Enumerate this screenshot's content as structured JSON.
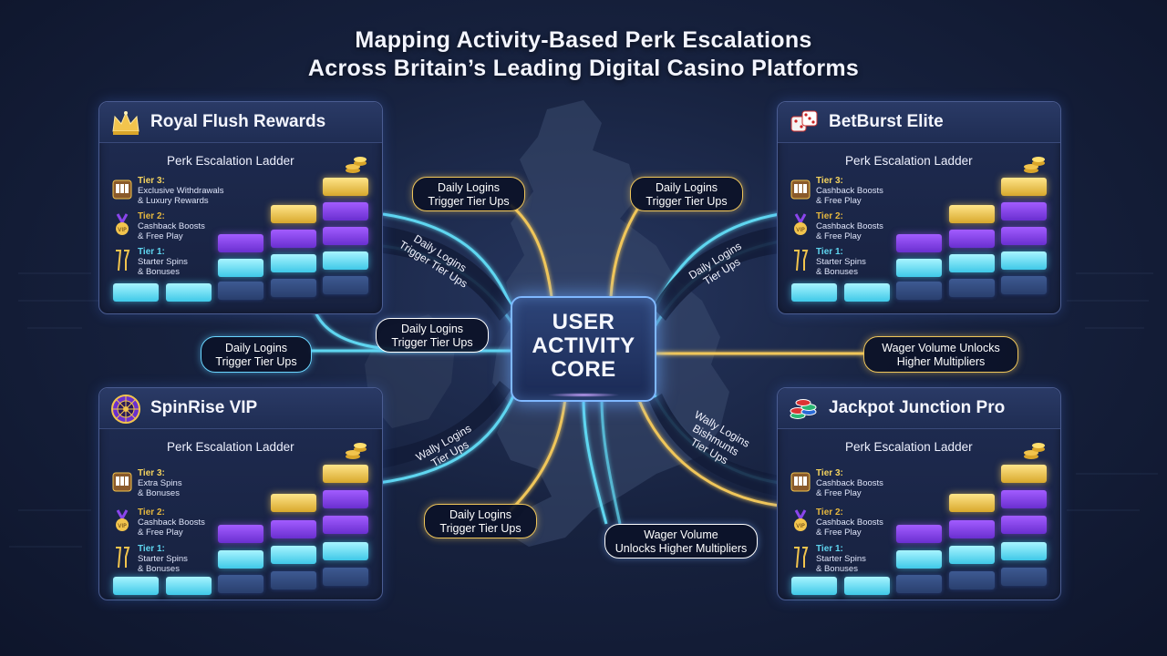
{
  "title_line1": "Mapping Activity-Based Perk Escalations",
  "title_line2": "Across Britain’s Leading Digital Casino Platforms",
  "core_label": "USER\nACTIVITY\nCORE",
  "colors": {
    "gold": "#f0c65a",
    "cyan": "#5fd6f0",
    "purple": "#8a45ec",
    "navy": "#2f4677"
  },
  "panels": [
    {
      "title": "Royal Flush Rewards",
      "icon": "crown-icon",
      "ladder_title": "Perk Escalation Ladder",
      "tiers": [
        {
          "name": "Tier 3:",
          "desc": "Exclusive Withdrawals\n& Luxury Rewards",
          "icon": "slot-machine-icon"
        },
        {
          "name": "Tier 2:",
          "desc": "Cashback Boosts\n& Free Play",
          "icon": "vip-medal-icon"
        },
        {
          "name": "Tier 1:",
          "desc": "Starter Spins\n& Bonuses",
          "icon": "champagne-icon"
        }
      ]
    },
    {
      "title": "BetBurst Elite",
      "icon": "dice-icon",
      "ladder_title": "Perk Escalation Ladder",
      "tiers": [
        {
          "name": "Tier 3:",
          "desc": "Cashback Boosts\n& Free Play",
          "icon": "slot-machine-icon"
        },
        {
          "name": "Tier 2:",
          "desc": "Cashback Boosts\n& Free Play",
          "icon": "vip-medal-icon"
        },
        {
          "name": "Tier 1:",
          "desc": "Starter Spins\n& Bonuses",
          "icon": "champagne-icon"
        }
      ]
    },
    {
      "title": "SpinRise VIP",
      "icon": "roulette-icon",
      "ladder_title": "Perk Escalation Ladder",
      "tiers": [
        {
          "name": "Tier 3:",
          "desc": "Extra Spins\n& Bonuses",
          "icon": "slot-machine-icon"
        },
        {
          "name": "Tier 2:",
          "desc": "Cashback Boosts\n& Free Play",
          "icon": "vip-medal-icon"
        },
        {
          "name": "Tier 1:",
          "desc": "Starter Spins\n& Bonuses",
          "icon": "champagne-icon"
        }
      ]
    },
    {
      "title": "Jackpot Junction Pro",
      "icon": "chips-icon",
      "ladder_title": "Perk Escalation Ladder",
      "tiers": [
        {
          "name": "Tier 3:",
          "desc": "Cashback Boosts\n& Free Play",
          "icon": "slot-machine-icon"
        },
        {
          "name": "Tier 2:",
          "desc": "Cashback Boosts\n& Free Play",
          "icon": "vip-medal-icon"
        },
        {
          "name": "Tier 1:",
          "desc": "Starter Spins\n& Bonuses",
          "icon": "champagne-icon"
        }
      ]
    }
  ],
  "pills": [
    {
      "line1": "Daily Logins",
      "line2": "Trigger Tier Ups"
    },
    {
      "line1": "Daily Logins",
      "line2": "Trigger Tier Ups"
    },
    {
      "line1": "Daily Logins",
      "line2": "Trigger Tier Ups"
    },
    {
      "line1": "Daily Logins",
      "line2": "Trigger Tier Ups"
    },
    {
      "line1": "Wager Volume Unlocks",
      "line2": "Higher Multipliers"
    },
    {
      "line1": "Daily Logins",
      "line2": "Trigger Tier Ups"
    },
    {
      "line1": "Wager Volume",
      "line2": "Unlocks Higher Multipliers"
    }
  ],
  "rotated_labels": [
    {
      "text": "Daily Logins\nTrigger Tier Ups"
    },
    {
      "text": "Daily Logins\nTier Ups"
    },
    {
      "text": "Wally Logins\nTier Ups"
    },
    {
      "text": "Wally Logins\nBishmunts\nTier Ups"
    }
  ]
}
